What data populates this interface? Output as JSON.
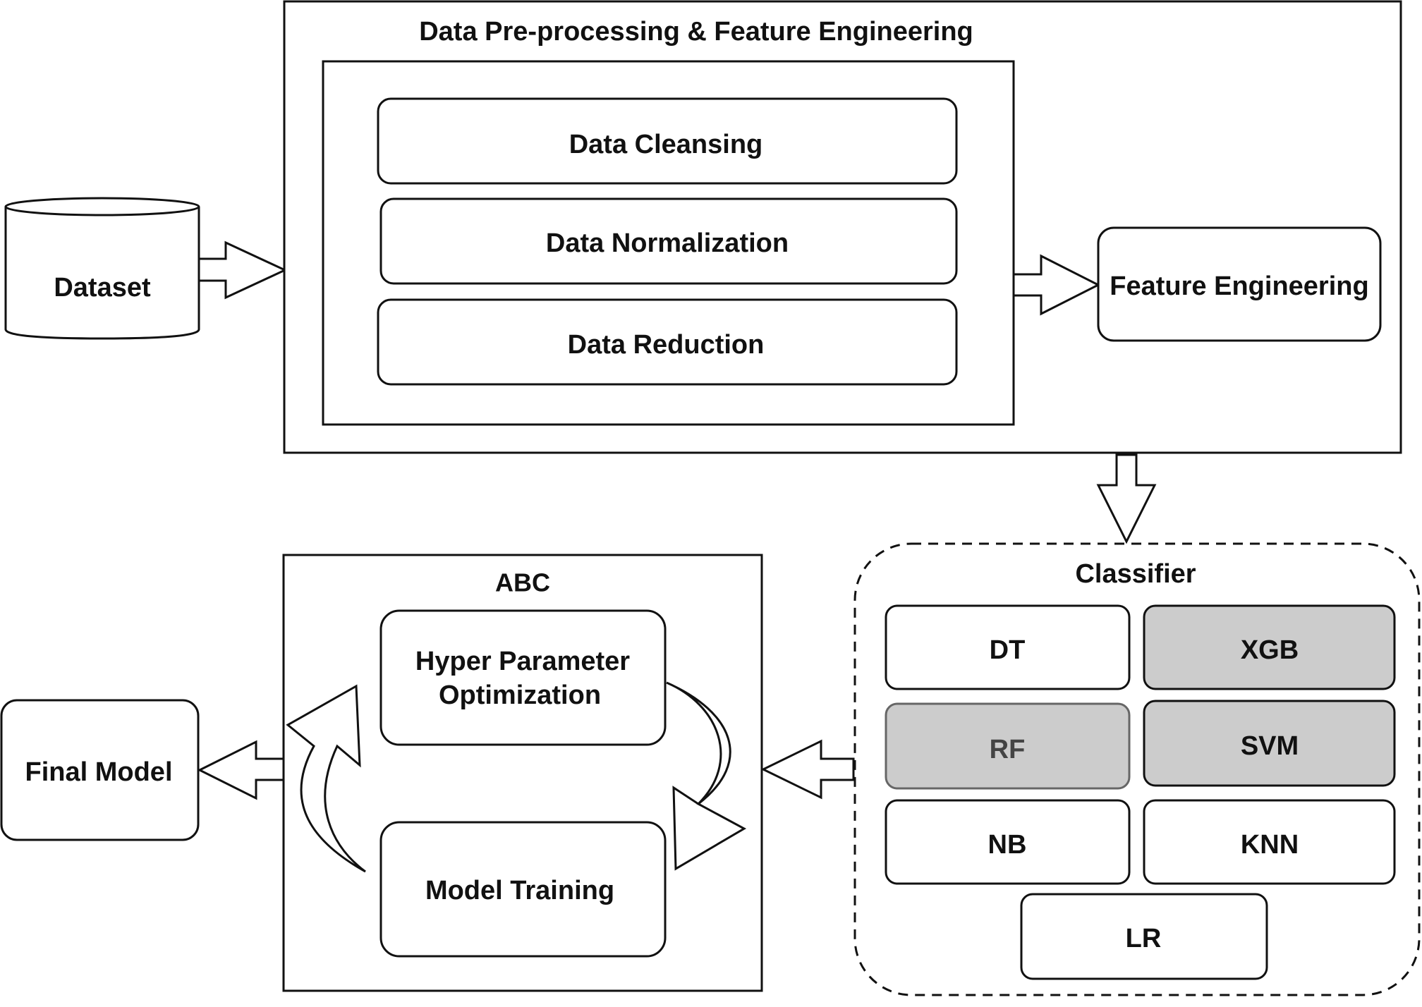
{
  "nodes": {
    "dataset": "Dataset",
    "preprocessing_title": "Data Pre-processing & Feature Engineering",
    "data_cleansing": "Data Cleansing",
    "data_normalization": "Data Normalization",
    "data_reduction": "Data Reduction",
    "feature_engineering": "Feature Engineering",
    "classifier_title": "Classifier",
    "classifiers": [
      {
        "label": "DT",
        "highlight": false
      },
      {
        "label": "XGB",
        "highlight": true
      },
      {
        "label": "RF",
        "highlight": true
      },
      {
        "label": "SVM",
        "highlight": true
      },
      {
        "label": "NB",
        "highlight": false
      },
      {
        "label": "KNN",
        "highlight": false
      },
      {
        "label": "LR",
        "highlight": false
      }
    ],
    "abc_title": "ABC",
    "hyper_parameter_line1": "Hyper Parameter",
    "hyper_parameter_line2": "Optimization",
    "model_training": "Model Training",
    "final_model": "Final Model"
  },
  "colors": {
    "stroke": "#111111",
    "highlight_fill": "#cccccc",
    "rf_stroke": "#666666",
    "rf_text": "#444444"
  }
}
